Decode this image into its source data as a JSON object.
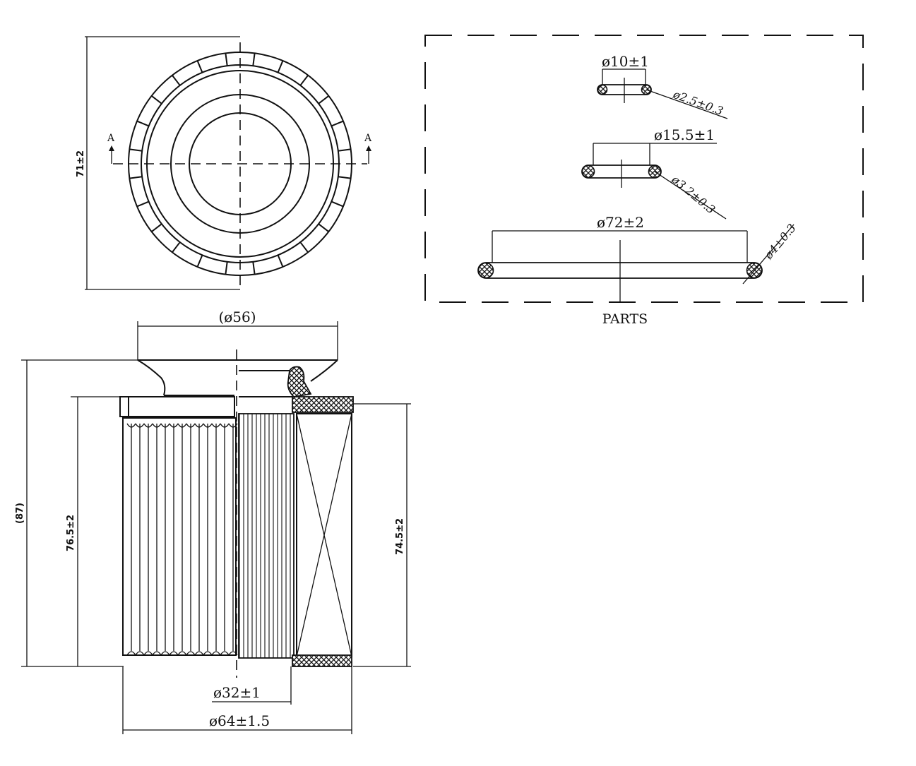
{
  "top_view": {
    "height_dim": "71±2",
    "section_left": "A",
    "section_right": "A"
  },
  "side_view": {
    "top_dia": "(ø56)",
    "overall_height": "(87)",
    "left_height": "76.5±2",
    "right_height": "74.5±2",
    "inner_dia": "ø32±1",
    "outer_dia": "ø64±1.5"
  },
  "parts_panel": {
    "title": "PARTS",
    "oring1": {
      "dia": "ø10±1",
      "cs": "ø2.5±0.3"
    },
    "oring2": {
      "dia": "ø15.5±1",
      "cs": "ø3.2±0.3"
    },
    "oring3": {
      "dia": "ø72±2",
      "cs": "ø4±0.3"
    }
  }
}
